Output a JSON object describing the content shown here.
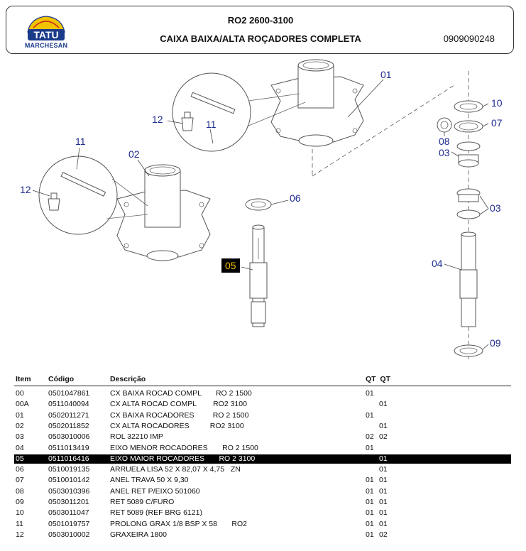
{
  "header": {
    "logo_top": "TATU",
    "logo_bottom": "MARCHESAN",
    "model": "RO2 2600-3100",
    "title": "CAIXA BAIXA/ALTA ROÇADORES COMPLETA",
    "code": "0909090248"
  },
  "diagram": {
    "labels": [
      "11",
      "12",
      "01",
      "11",
      "02",
      "12",
      "06",
      "05",
      "10",
      "07",
      "08",
      "03",
      "03",
      "04",
      "09"
    ],
    "highlight_label": "05"
  },
  "table": {
    "headers": {
      "item": "Item",
      "code": "Código",
      "desc": "Descrição",
      "qt": "QT  QT"
    },
    "rows": [
      {
        "item": "00",
        "code": "0501047861",
        "desc": "CX BAIXA ROCAD COMPL       RO 2 1500",
        "qt1": "01",
        "qt2": ""
      },
      {
        "item": "00A",
        "code": "0511040094",
        "desc": "CX ALTA ROCAD COMPL        RO2 3100",
        "qt1": "",
        "qt2": "01"
      },
      {
        "item": "01",
        "code": "0502011271",
        "desc": "CX BAIXA ROCADORES         RO 2 1500",
        "qt1": "01",
        "qt2": ""
      },
      {
        "item": "02",
        "code": "0502011852",
        "desc": "CX ALTA ROCADORES          RO2 3100",
        "qt1": "",
        "qt2": "01"
      },
      {
        "item": "03",
        "code": "0503010006",
        "desc": "ROL 32210 IMP",
        "qt1": "02",
        "qt2": "02"
      },
      {
        "item": "04",
        "code": "0511013419",
        "desc": "EIXO MENOR ROCADORES       RO 2 1500",
        "qt1": "01",
        "qt2": ""
      },
      {
        "item": "05",
        "code": "0511016416",
        "desc": "EIXO MAIOR ROCADORES       RO 2 3100",
        "qt1": "",
        "qt2": "01",
        "highlight": true
      },
      {
        "item": "06",
        "code": "0510019135",
        "desc": "ARRUELA LISA 52 X 82,07 X 4,75   ZN",
        "qt1": "",
        "qt2": "01"
      },
      {
        "item": "07",
        "code": "0510010142",
        "desc": "ANEL TRAVA 50 X 9,30",
        "qt1": "01",
        "qt2": "01"
      },
      {
        "item": "08",
        "code": "0503010396",
        "desc": "ANEL RET P/EIXO 501060",
        "qt1": "01",
        "qt2": "01"
      },
      {
        "item": "09",
        "code": "0503011201",
        "desc": "RET 5089 C/FURO",
        "qt1": "01",
        "qt2": "01"
      },
      {
        "item": "10",
        "code": "0503011047",
        "desc": "RET 5089 (REF BRG 6121)",
        "qt1": "01",
        "qt2": "01"
      },
      {
        "item": "11",
        "code": "0501019757",
        "desc": "PROLONG GRAX 1/8 BSP X 58       RO2",
        "qt1": "01",
        "qt2": "01"
      },
      {
        "item": "12",
        "code": "0503010002",
        "desc": "GRAXEIRA 1800",
        "qt1": "01",
        "qt2": "02"
      }
    ]
  }
}
